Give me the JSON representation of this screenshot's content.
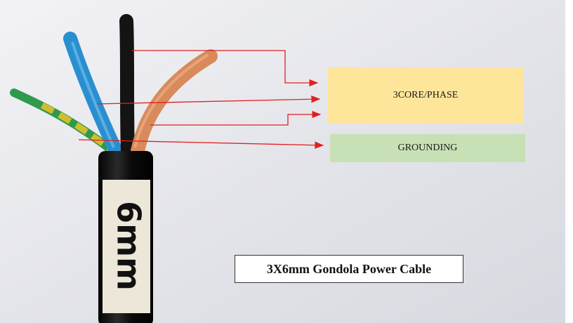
{
  "photo": {
    "cable_label_handwriting": "6mm"
  },
  "labels": {
    "phase": "3CORE/PHASE",
    "grounding": "GROUNDING"
  },
  "caption": "3X6mm Gondola Power Cable",
  "colors": {
    "phase_box": "#fde59a",
    "grounding_box": "#c8e0b6",
    "arrow": "#e02020",
    "wire_blue": "#2a8fd0",
    "wire_brown": "#d98a5a",
    "wire_black": "#141414",
    "wire_green": "#3aa860",
    "wire_yellow": "#d8c43a"
  }
}
